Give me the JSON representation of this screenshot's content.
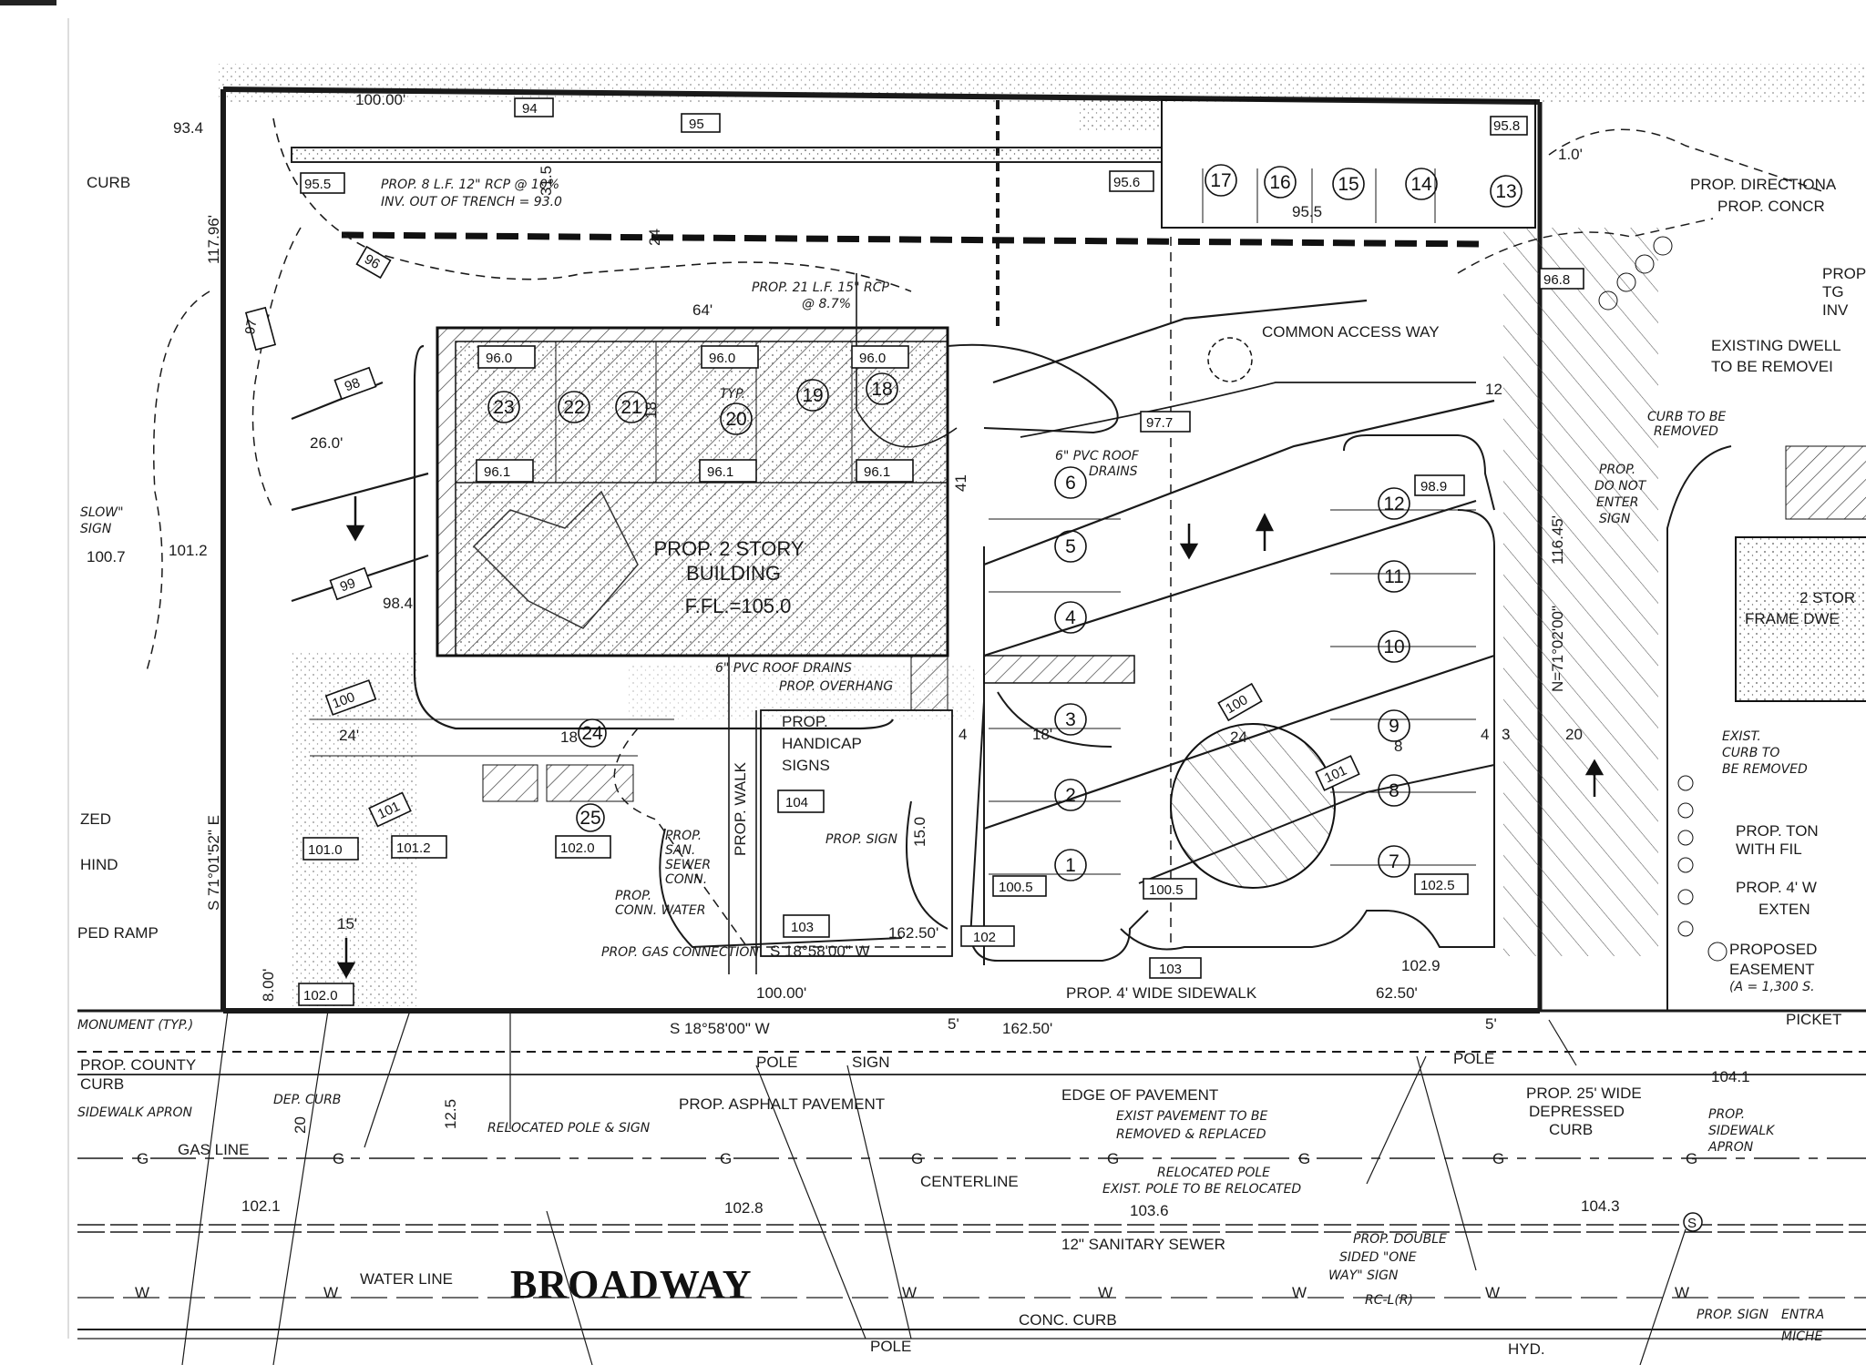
{
  "plan": {
    "street": "BROADWAY",
    "building": {
      "l1": "PROP. 2 STORY",
      "l2": "BUILDING",
      "l3": "F.FL.=105.0"
    },
    "common_access": "COMMON ACCESS WAY",
    "bearings": {
      "west": "S 71°01'52\" E",
      "south": "S 18°58'00\" W",
      "south_dist": "162.50'",
      "east": "N=71°02'00\"",
      "east_dist": "116.45'",
      "west_dist": "117.96'",
      "north_dist": "100.00'",
      "front_100": "100.00'",
      "front_62": "62.50'"
    },
    "stalls": [
      "23",
      "22",
      "21",
      "20",
      "19",
      "18",
      "17",
      "16",
      "15",
      "14",
      "13",
      "12",
      "11",
      "10",
      "9",
      "8",
      "7",
      "6",
      "5",
      "4",
      "3",
      "2",
      "1",
      "24",
      "25"
    ],
    "spot_elevations": [
      "96.0",
      "96.0",
      "96.0",
      "96.1",
      "96.1",
      "96.1",
      "95.5",
      "95.6",
      "96.8",
      "97.7",
      "98.9",
      "101.0",
      "101.2",
      "102.0",
      "102.0",
      "100.5",
      "100.5",
      "102.5",
      "103",
      "104",
      "103",
      "102",
      "95",
      "94",
      "97",
      "98",
      "99",
      "100",
      "101",
      "100",
      "101",
      "96",
      "95.8"
    ],
    "contours": [
      "93.4",
      "100.7",
      "101.2",
      "98.4",
      "95.5",
      "102.9",
      "102.1",
      "102.8",
      "103.6",
      "104.3",
      "104.1"
    ],
    "dims": [
      "64'",
      "26.0'",
      "24",
      "18",
      "24'",
      "18'",
      "24",
      "18",
      "20",
      "15'",
      "8.00'",
      "4",
      "4",
      "3",
      "8",
      "5'",
      "5'",
      "20",
      "12.5",
      "1.0'",
      "12",
      "31.5",
      "41",
      "15.0"
    ],
    "notes": {
      "rcp8": "PROP. 8 L.F. 12\" RCP @ 10%",
      "rcp8b": "INV. OUT OF TRENCH = 93.0",
      "rcp21": "PROP. 21 L.F. 15\" RCP",
      "rcp21b": "@ 8.7%",
      "roofdrains": "6\" PVC ROOF",
      "roofdrains2": "DRAINS",
      "typ": "TYP.",
      "roofdrains3": "6\" PVC ROOF DRAINS",
      "overhang": "PROP. OVERHANG",
      "handicap1": "PROP.",
      "handicap2": "HANDICAP",
      "handicap3": "SIGNS",
      "walk": "PROP. WALK",
      "sign": "PROP. SIGN",
      "sewer1": "PROP.",
      "sewer2": "SAN.",
      "sewer3": "SEWER",
      "sewer4": "CONN.",
      "water1": "PROP.",
      "water2": "CONN. WATER",
      "gas": "PROP. GAS CONNECTION",
      "sidewalk": "PROP. 4' WIDE SIDEWALK",
      "bearing_low": "S 18°58'00\" W",
      "bearing_low_d": "162.50'",
      "existing_dw1": "EXISTING DWELL",
      "existing_dw2": "TO BE REMOVEI",
      "curb_rem1": "CURB TO BE",
      "curb_rem2": "REMOVED",
      "dne1": "PROP.",
      "dne2": "DO NOT",
      "dne3": "ENTER",
      "dne4": "SIGN",
      "frame1": "2 STOR",
      "frame2": "FRAME DWE",
      "excurb1": "EXIST.",
      "excurb2": "CURB TO",
      "excurb3": "BE REMOVED",
      "tom1": "PROP. TON",
      "tom2": "WITH FIL",
      "walk4": "PROP. 4' W",
      "exten": "EXTEN",
      "ease1": "PROPOSED",
      "ease2": "EASEMENT",
      "ease3": "(A = 1,300 S.",
      "picket": "PICKET",
      "direc1": "PROP. DIRECTIONA",
      "direc2": "PROP. CONCR",
      "tg1": "PROP",
      "tg2": "TG",
      "tg3": "INV",
      "curb_l": "CURB",
      "slow1": "SLOW\"",
      "slow2": "SIGN",
      "zed": "ZED",
      "hind": "HIND",
      "ramp": "PED RAMP",
      "monument": "MONUMENT (TYP.)",
      "county1": "PROP. COUNTY",
      "county2": "CURB",
      "apron": "SIDEWALK APRON",
      "depcurb": "DEP. CURB",
      "gasline": "GAS LINE",
      "relpole": "RELOCATED POLE & SIGN",
      "pole": "POLE",
      "signw": "SIGN",
      "asphalt": "PROP. ASPHALT PAVEMENT",
      "edge": "EDGE OF PAVEMENT",
      "expave1": "EXIST PAVEMENT TO BE",
      "expave2": "REMOVED & REPLACED",
      "relpole2": "RELOCATED POLE",
      "expole": "EXIST. POLE TO BE RELOCATED",
      "pole2": "POLE",
      "depressed1": "PROP. 25' WIDE",
      "depressed2": "DEPRESSED",
      "depressed3": "CURB",
      "swapron1": "PROP.",
      "swapron2": "SIDEWALK",
      "swapron3": "APRON",
      "centerline": "CENTERLINE",
      "sanitary": "12\" SANITARY SEWER",
      "waterline": "WATER LINE",
      "dbl1": "PROP. DOUBLE",
      "dbl2": "SIDED \"ONE",
      "dbl3": "WAY\" SIGN",
      "dbl4": "RC-L(R)",
      "conc": "CONC. CURB",
      "pole3": "POLE",
      "hyd": "HYD.",
      "propsign": "PROP. SIGN",
      "entr1": "ENTRA",
      "entr2": "MICHE"
    },
    "utility_letters": {
      "gas": "G",
      "water": "W",
      "sewer": "S"
    }
  }
}
